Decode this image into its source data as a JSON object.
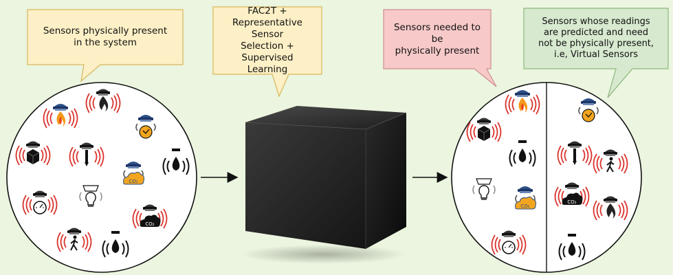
{
  "callouts": {
    "present": "Sensors physically present\nin the system",
    "method": "FAC2T +\nRepresentative Sensor\nSelection + Supervised\nLearning",
    "needed": "Sensors needed to be\nphysically present",
    "virtual": "Sensors whose readings\nare predicted and need\nnot be physically present,\ni.e, Virtual Sensors"
  },
  "sensor_labels": {
    "co2": "CO₂"
  },
  "icons": [
    "fire-sensor-icon",
    "flame-sensor-icon",
    "temperature-sensor-icon",
    "humidity-sensor-icon",
    "vibration-sensor-icon",
    "water-drop-sensor-icon",
    "co2-sensor-icon",
    "pressure-gauge-sensor-icon",
    "light-sensor-icon",
    "motion-sensor-icon",
    "black-box-icon"
  ],
  "colors": {
    "background": "#ebf5df",
    "callout_yellow": "#fdf0c6",
    "callout_yellow_border": "#d8b65a",
    "callout_red": "#f7c9c9",
    "callout_red_border": "#cf8e8e",
    "callout_green": "#d7e9cf",
    "callout_green_border": "#8db77d",
    "signal_red": "#d9322b",
    "cap_blue": "#2c4f87",
    "flame_orange": "#f39a1e"
  }
}
